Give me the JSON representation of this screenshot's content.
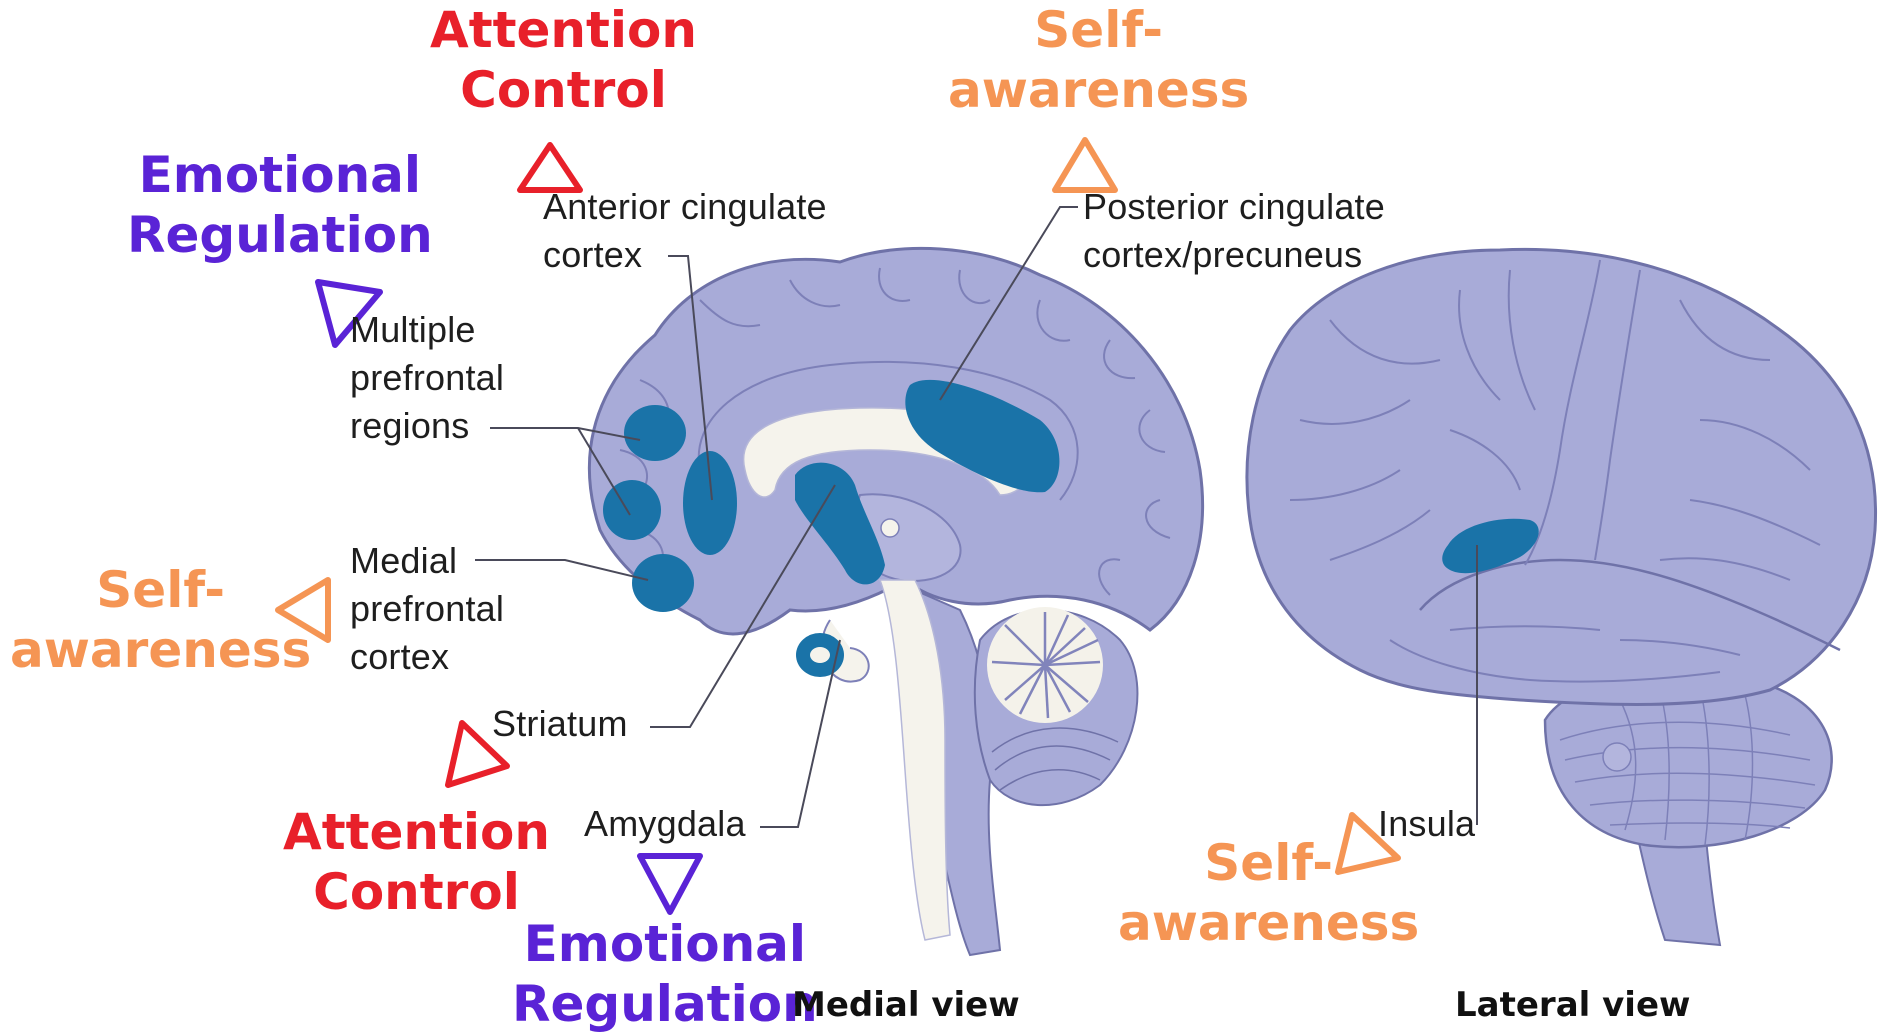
{
  "colors": {
    "attention": "#e8202a",
    "emotional": "#5a23d6",
    "self": "#f59554",
    "brain": "#a8abd8",
    "brain_dark": "#7d80b8",
    "active_region": "#1a73a8",
    "ventricle": "#f5f3ec"
  },
  "structure_labels": {
    "anterior_cingulate": [
      "Anterior cingulate",
      "cortex"
    ],
    "posterior_cingulate": [
      "Posterior cingulate",
      "cortex/precuneus"
    ],
    "multiple_prefrontal": [
      "Multiple",
      "prefrontal",
      "regions"
    ],
    "medial_prefrontal": [
      "Medial",
      "prefrontal",
      "cortex"
    ],
    "striatum": "Striatum",
    "amygdala": "Amygdala",
    "insula": "Insula"
  },
  "categories": {
    "attention_top": [
      "Attention",
      "Control"
    ],
    "self_top": [
      "Self-",
      "awareness"
    ],
    "emotional_left": [
      "Emotional",
      "Regulation"
    ],
    "self_left": [
      "Self-",
      "awareness"
    ],
    "attention_bottom": [
      "Attention",
      "Control"
    ],
    "emotional_bottom": [
      "Emotional",
      "Regulation"
    ],
    "self_bottom": [
      "Self-",
      "awareness"
    ]
  },
  "views": {
    "medial": "Medial view",
    "lateral": "Lateral view"
  }
}
